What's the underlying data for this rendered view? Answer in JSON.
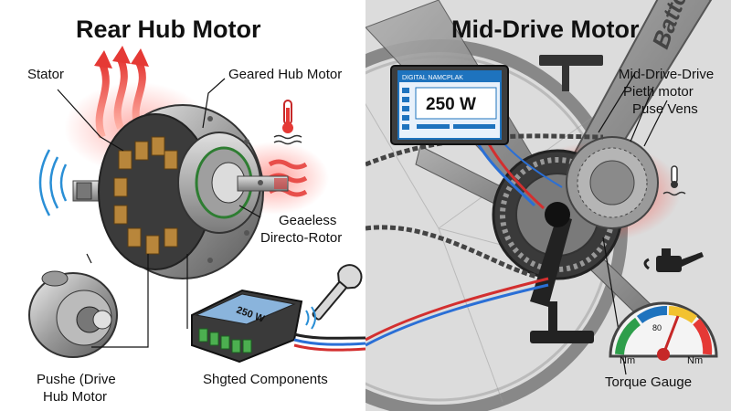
{
  "left_panel": {
    "title": "Rear Hub Motor",
    "labels": {
      "stator": "Stator",
      "geared_hub_motor": "Geared Hub Motor",
      "gearless_line1": "Geaeless",
      "gearless_line2": "Directo-Rotor",
      "push_drive_line1": "Pushe (Drive",
      "push_drive_line2": "Hub Motor",
      "shifted_components": "Shgted Components"
    },
    "controller_text": "250 W"
  },
  "right_panel": {
    "title": "Mid-Drive Motor",
    "frame_text": "Batto",
    "nameplate": {
      "header": "DIGITAL NAMCPLAK",
      "power": "250 W"
    },
    "labels": {
      "mid_drive_line1": "Mid-Drive-Drive",
      "mid_drive_line2": "Pieth motor",
      "mid_drive_line3": "Puse Vens",
      "torque_gauge": "Torque Gauge"
    },
    "gauge": {
      "value_label": "80",
      "left_unit": "Nm",
      "right_unit": "Nm"
    }
  },
  "colors": {
    "heat_red": "#e53935",
    "wire_blue": "#2a6fd6",
    "wire_red": "#d32f2f",
    "nameplate_blue": "#1e73be",
    "frame_gray": "#8a8a8a"
  },
  "icons": [
    "heat-arrows-icon",
    "thermometer-icon",
    "sound-wave-icon",
    "wrench-icon",
    "oil-can-icon",
    "torque-gauge-icon"
  ]
}
